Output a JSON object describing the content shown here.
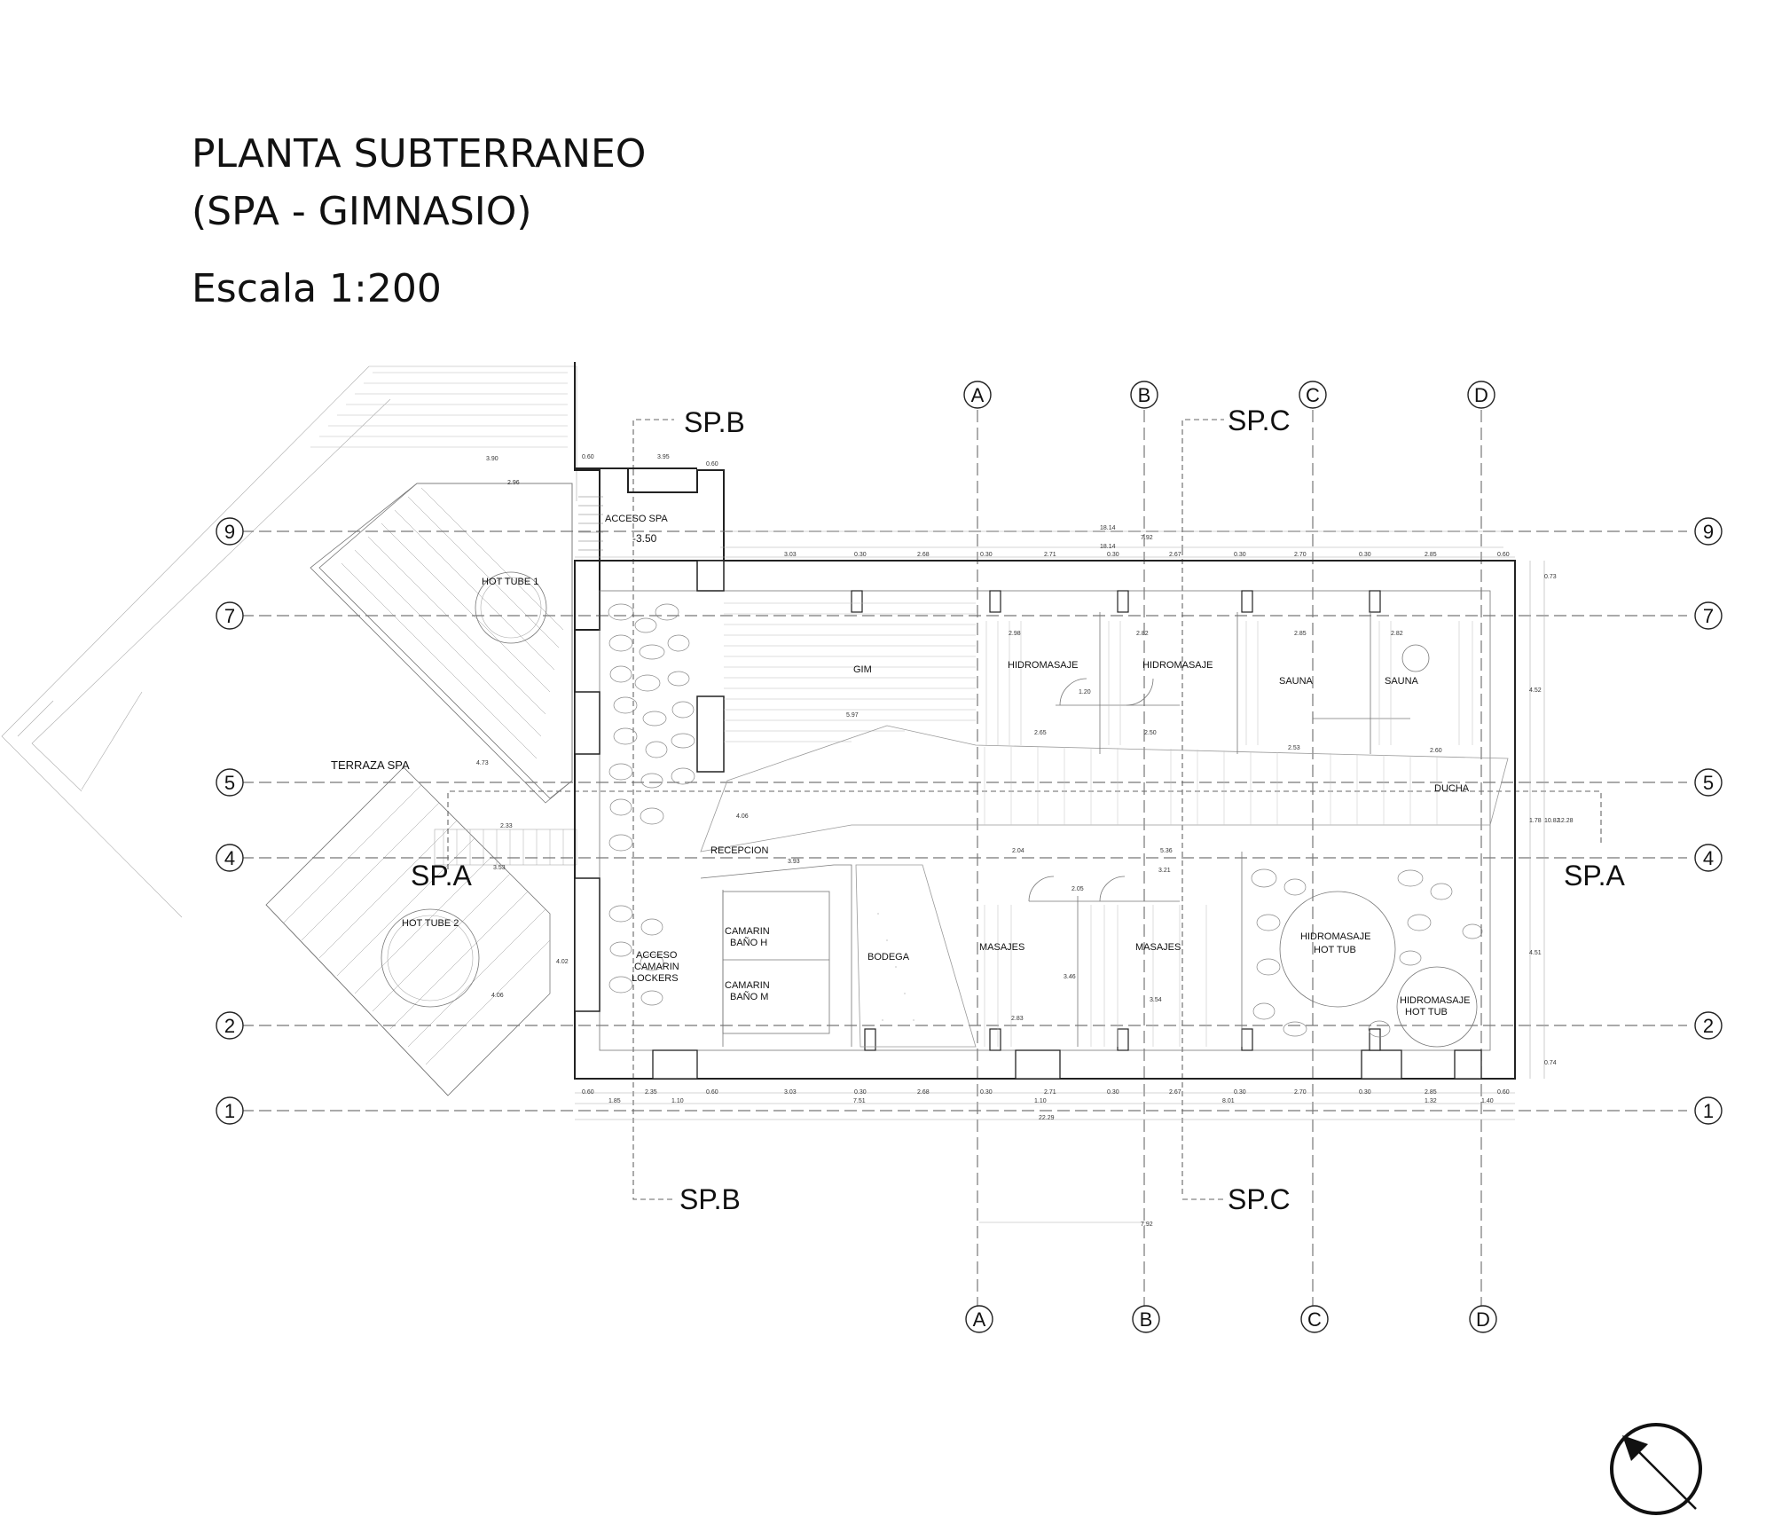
{
  "title": {
    "line1": "PLANTA SUBTERRANEO",
    "line2": "(SPA - GIMNASIO)",
    "scale": "Escala 1:200"
  },
  "axes": {
    "columns": [
      "A",
      "B",
      "C",
      "D"
    ],
    "rows": [
      "9",
      "7",
      "5",
      "4",
      "2",
      "1"
    ]
  },
  "sections": {
    "spa": "SP.A",
    "spb": "SP.B",
    "spc": "SP.C"
  },
  "rooms": {
    "acceso_spa": "ACCESO SPA",
    "level": "-3.50",
    "hot_tube_1": "HOT TUBE 1",
    "hot_tube_2": "HOT TUBE 2",
    "terraza": "TERRAZA SPA",
    "gim": "GIM",
    "hidromasaje_1": "HIDROMASAJE",
    "hidromasaje_2": "HIDROMASAJE",
    "sauna_1": "SAUNA",
    "sauna_2": "SAUNA",
    "ducha": "DUCHA",
    "recepcion": "RECEPCION",
    "acceso_camarin": [
      "ACCESO",
      "CAMARIN",
      "LOCKERS"
    ],
    "camarin_h": [
      "CAMARIN",
      "BAÑO H"
    ],
    "camarin_m": [
      "CAMARIN",
      "BAÑO M"
    ],
    "bodega": "BODEGA",
    "masajes_1": "MASAJES",
    "masajes_2": "MASAJES",
    "hot_tub_1": [
      "HIDROMASAJE",
      "HOT TUB"
    ],
    "hot_tub_2": [
      "HIDROMASAJE",
      "HOT TUB"
    ]
  },
  "dimensions": {
    "top1": "18.14",
    "top2": "7.92",
    "top3": "18.14",
    "t_a": "0.60",
    "t_b": "3.95",
    "t_c": "0.60",
    "t_d": "3.03",
    "t_e": "0.30",
    "t_f": "2.68",
    "t_g": "0.30",
    "t_h": "2.71",
    "t_i": "0.30",
    "t_j": "2.67",
    "t_k": "0.30",
    "t_l": "2.70",
    "t_m": "0.30",
    "t_n": "2.85",
    "t_o": "0.60",
    "t_p": "3.90",
    "t_q": "2.96",
    "b_a": "0.60",
    "b_b": "2.35",
    "b_c": "0.60",
    "b_d": "3.03",
    "b_e": "0.30",
    "b_f": "2.68",
    "b_g": "0.30",
    "b_h": "2.71",
    "b_i": "0.30",
    "b_j": "2.67",
    "b_k": "0.30",
    "b_l": "2.70",
    "b_m": "0.30",
    "b_n": "2.85",
    "b_o": "0.60",
    "b2_a": "1.85",
    "b2_b": "1.10",
    "b2_c": "7.51",
    "b2_d": "1.10",
    "b2_e": "8.01",
    "b2_f": "1.32",
    "b2_g": "1.40",
    "total": "22.29",
    "bottom_ab": "7.92",
    "r_a": "4.52",
    "r_b": "1.78",
    "r_c": "10.82",
    "r_d": "12.28",
    "r_e": "4.51",
    "r_f": "0.74",
    "r_g": "0.73",
    "i_gim": "5.97",
    "i_h1": "2.98",
    "i_h2": "2.82",
    "i_s1": "2.85",
    "i_s2": "2.82",
    "i_rec": "4.06",
    "i_rec2": "3.93",
    "i_m1": "3.46",
    "i_m2": "3.54",
    "i_m3": "2.83",
    "i_d1": "2.04",
    "i_d2": "5.36",
    "i_d3": "3.21",
    "i_d4": "2.05",
    "i_d5": "2.65",
    "i_d6": "2.50",
    "i_d7": "2.53",
    "i_d8": "2.60",
    "i_d9": "2.33",
    "i_d10": "3.53",
    "i_d11": "4.02",
    "i_d12": "4.06",
    "i_d13": "4.73",
    "i_d14": "1.20"
  }
}
